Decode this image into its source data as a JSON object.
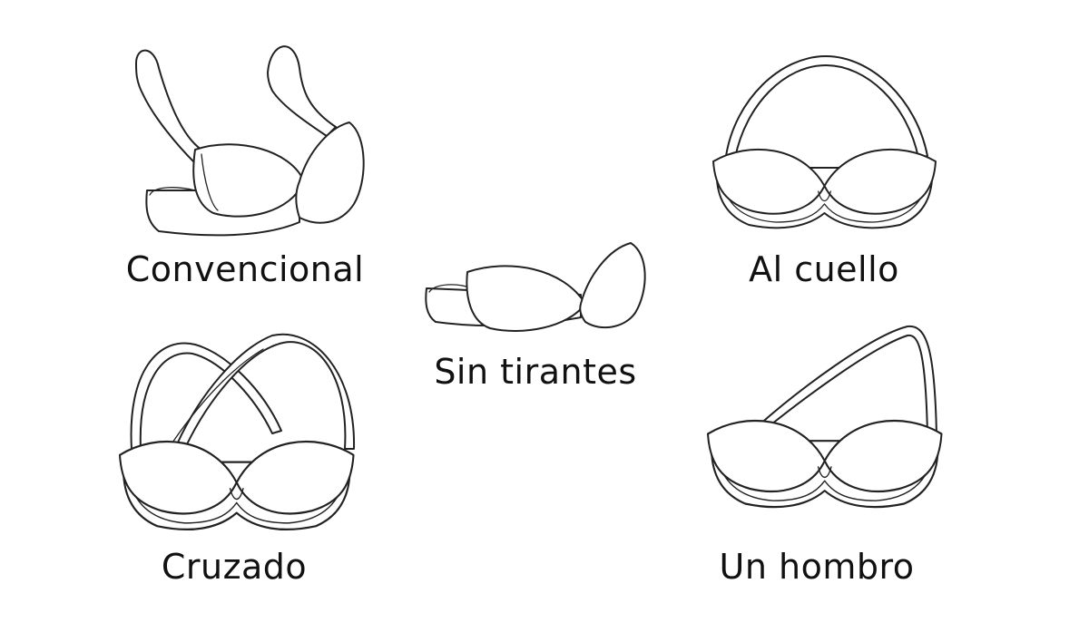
{
  "title": "Tipos de sujetador",
  "items": [
    {
      "label": "Convencional",
      "icon": "conventional-bra-illustration"
    },
    {
      "label": "Sin tirantes",
      "icon": "strapless-bra-illustration"
    },
    {
      "label": "Al cuello",
      "icon": "halter-bra-illustration"
    },
    {
      "label": "Cruzado",
      "icon": "crisscross-bra-illustration"
    },
    {
      "label": "Un hombro",
      "icon": "one-shoulder-bra-illustration"
    }
  ],
  "colors": {
    "line": "#222222",
    "background": "#ffffff",
    "text": "#111111"
  }
}
